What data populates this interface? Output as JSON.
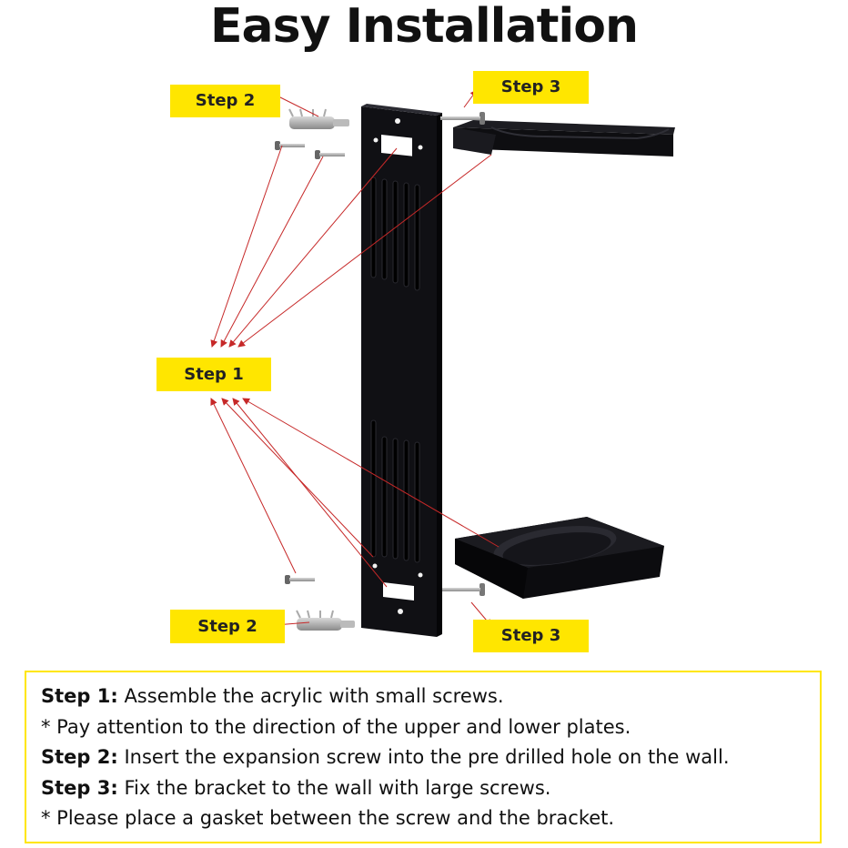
{
  "title": "Easy Installation",
  "labels": {
    "step1": "Step 1",
    "step2_top": "Step 2",
    "step2_bottom": "Step 2",
    "step3_top": "Step 3",
    "step3_bottom": "Step 3"
  },
  "notes": [
    {
      "bold": "Step 1:",
      "text": " Assemble the acrylic with small screws."
    },
    {
      "bold": "",
      "text": "* Pay attention to the direction of the upper and lower plates."
    },
    {
      "bold": "Step 2:",
      "text": " Insert the expansion screw into the pre drilled hole on the wall."
    },
    {
      "bold": "Step 3:",
      "text": " Fix the bracket to the wall with large screws."
    },
    {
      "bold": "",
      "text": "* Please place a gasket between the screw and the bracket."
    }
  ],
  "colors": {
    "label_bg": "#ffe600",
    "arrow": "#c62828",
    "acrylic": "#0f0f12",
    "border": "#ffe600"
  }
}
